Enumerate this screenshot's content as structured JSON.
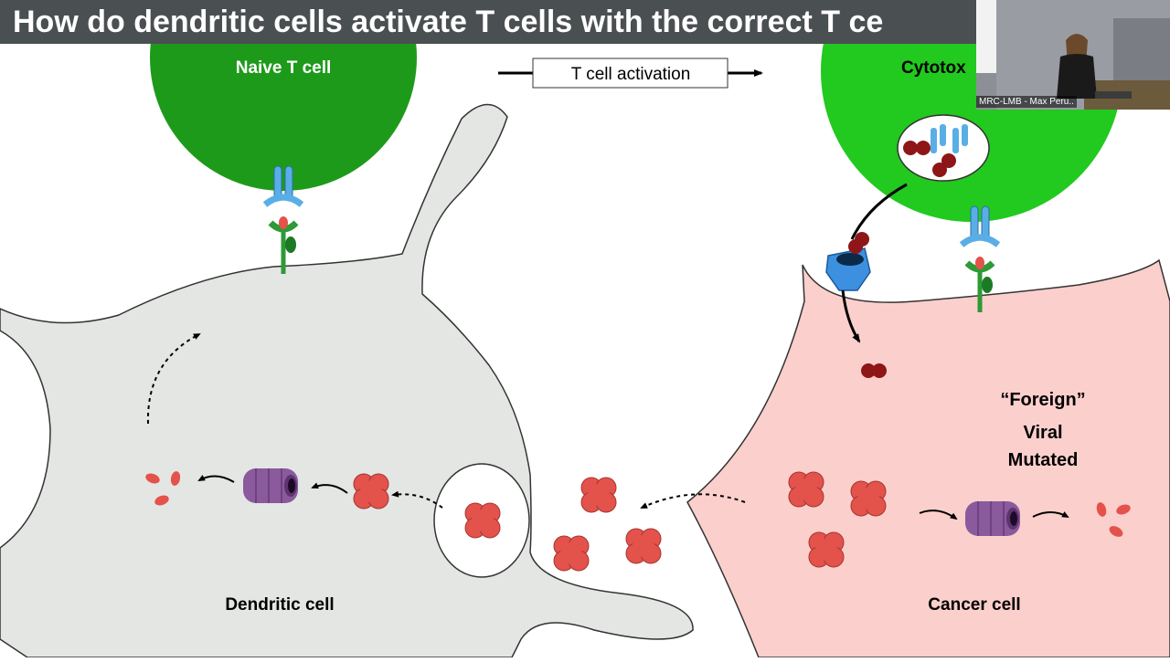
{
  "title": "How do dendritic cells activate T cells with the correct T ce",
  "labels": {
    "naive_t_cell": "Naive T cell",
    "activation": "T cell activation",
    "cytotoxic": "Cytotox",
    "foreign": "“Foreign”",
    "viral": "Viral",
    "mutated": "Mutated",
    "dendritic_cell": "Dendritic cell",
    "cancer_cell": "Cancer cell"
  },
  "speaker": {
    "caption": "MRC-LMB - Max Peru.."
  },
  "colors": {
    "title_bar": "#4a4f52",
    "naive_t_cell": "#1e9a1b",
    "cytotoxic_t_cell": "#22c91f",
    "dendritic_cell": "#e4e6e4",
    "cancer_cell": "#fbcfcc",
    "antigen": "#e4524c",
    "dark_antigen": "#8e1616",
    "proteasome": "#8a5a9c",
    "receptor": "#5aaee6",
    "mhc": "#2d9a35"
  }
}
